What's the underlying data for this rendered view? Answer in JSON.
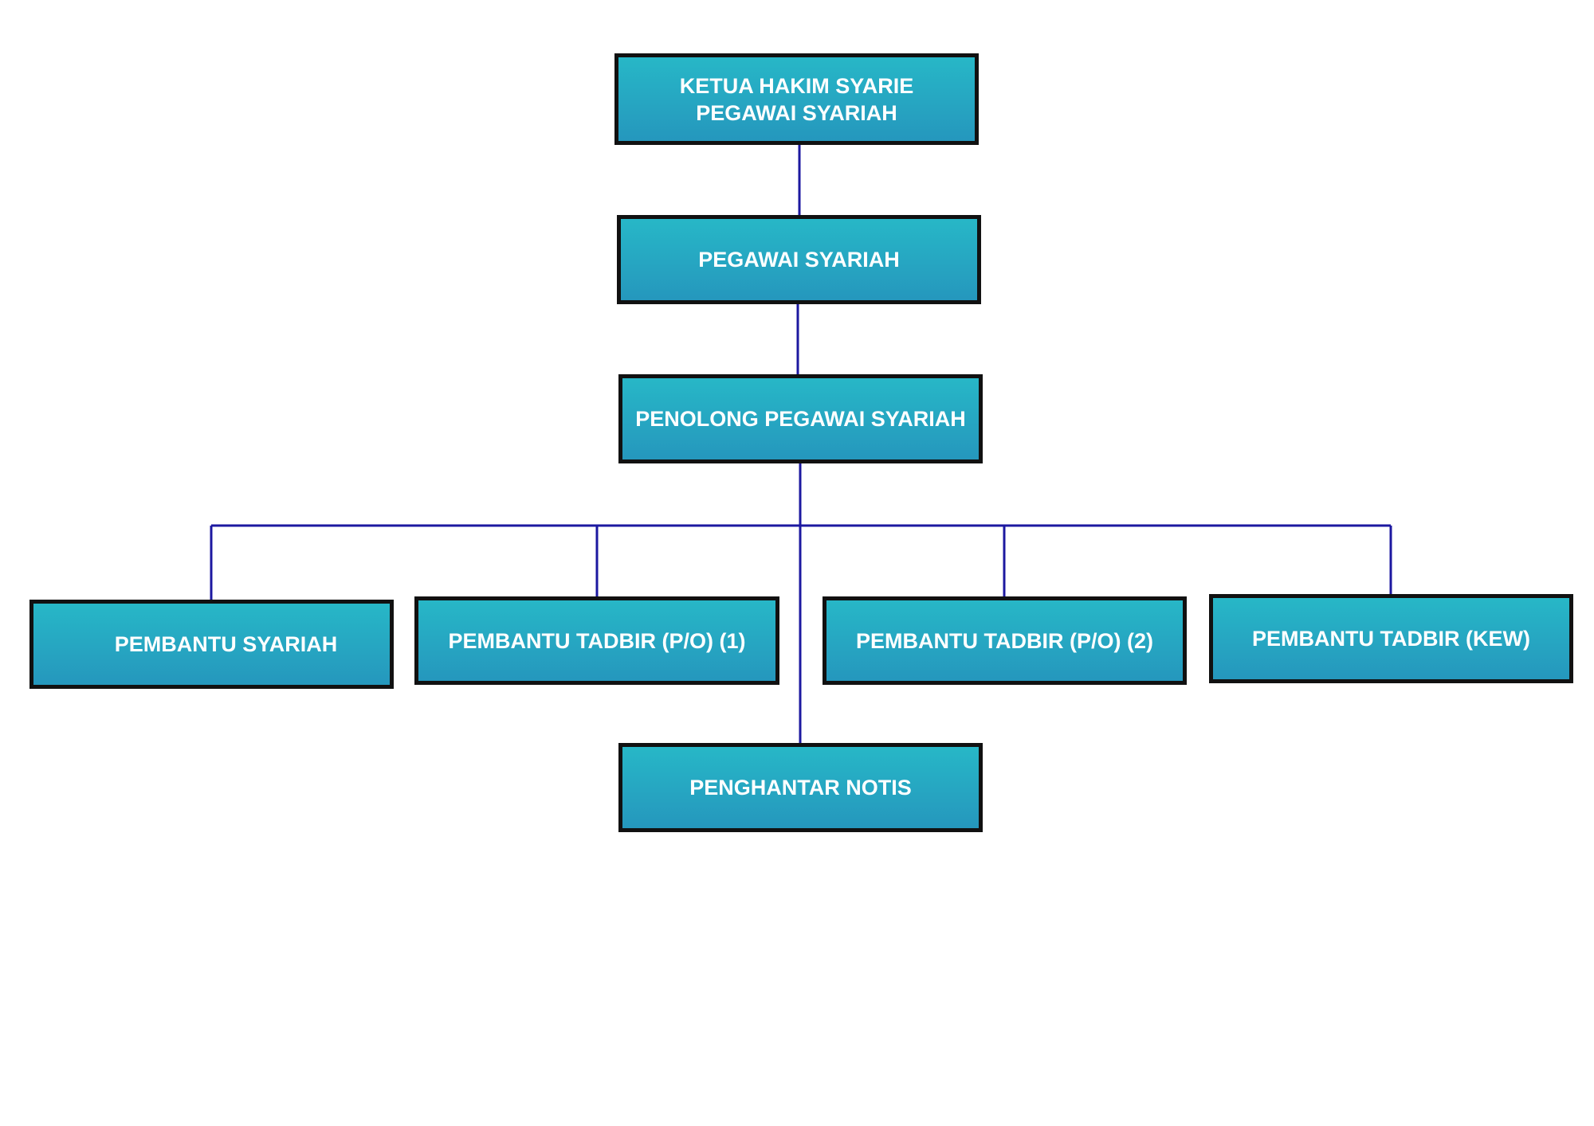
{
  "org_chart": {
    "top": {
      "line1": "KETUA HAKIM SYARIE",
      "line2": "PEGAWAI SYARIAH"
    },
    "level2": "PEGAWAI SYARIAH",
    "level3": "PENOLONG PEGAWAI SYARIAH",
    "level4": [
      "PEMBANTU SYARIAH",
      "PEMBANTU TADBIR (P/O) (1)",
      "PEMBANTU TADBIR (P/O) (2)",
      "PEMBANTU TADBIR (KEW)"
    ],
    "level5": "PENGHANTAR NOTIS"
  },
  "colors": {
    "box_top": "#27b7c7",
    "box_bottom": "#2597bd",
    "connector": "#1c18a0",
    "border": "#111111"
  }
}
